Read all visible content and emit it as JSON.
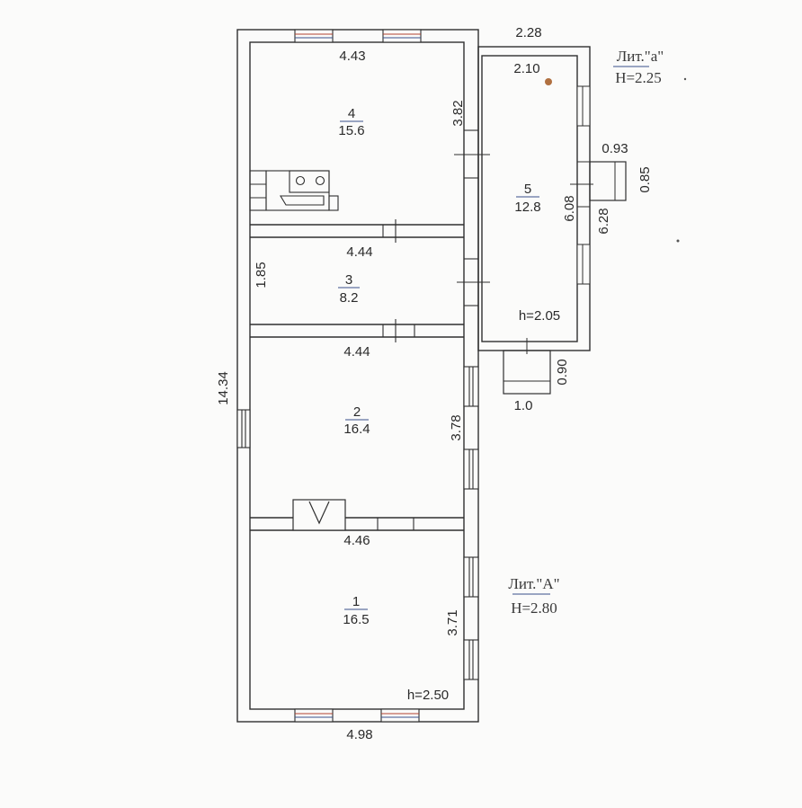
{
  "outer_dimensions": {
    "total_length": "14.34",
    "bottom_width": "4.98"
  },
  "building_A": {
    "label": "Лит.\"А\"",
    "height": "Н=2.80",
    "interior_height": "h=2.50"
  },
  "building_a": {
    "label": "Лит.\"а\"",
    "height": "Н=2.25",
    "interior_height": "h=2.05",
    "outer_width": "2.28",
    "inner_width": "2.10",
    "outer_length": "6.28",
    "inner_length": "6.08"
  },
  "rooms": [
    {
      "number": "4",
      "area": "15.6",
      "width": "4.43",
      "length": "3.82"
    },
    {
      "number": "3",
      "area": "8.2",
      "width": "4.44",
      "length": "1.85"
    },
    {
      "number": "2",
      "area": "16.4",
      "width": "4.44",
      "length": "3.78"
    },
    {
      "number": "1",
      "area": "16.5",
      "width": "4.46",
      "length": "3.71"
    },
    {
      "number": "5",
      "area": "12.8"
    }
  ],
  "porch_side": {
    "width": "0.93",
    "depth": "0.85"
  },
  "porch_bottom": {
    "width": "1.0",
    "depth": "0.90"
  },
  "colors": {
    "wall": "#2f2f2f",
    "accent_red": "#b04030",
    "accent_blue": "#3a4f8a"
  }
}
